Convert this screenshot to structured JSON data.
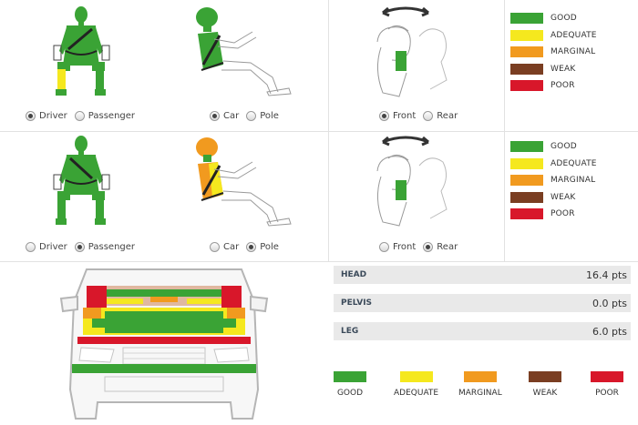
{
  "colors": {
    "good": "#3aa335",
    "adequate": "#f5e81e",
    "marginal": "#f19a1f",
    "weak": "#7a3e22",
    "poor": "#d8172a"
  },
  "legend": [
    {
      "key": "good",
      "label": "GOOD"
    },
    {
      "key": "adequate",
      "label": "ADEQUATE"
    },
    {
      "key": "marginal",
      "label": "MARGINAL"
    },
    {
      "key": "weak",
      "label": "WEAK"
    },
    {
      "key": "poor",
      "label": "POOR"
    }
  ],
  "front_seat_selector": {
    "driver_label": "Driver",
    "passenger_label": "Passenger",
    "selected": "driver"
  },
  "side_selector": {
    "car_label": "Car",
    "pole_label": "Pole",
    "selected": "car"
  },
  "whiplash_selector": {
    "front_label": "Front",
    "rear_label": "Rear",
    "selected": "front"
  },
  "front_seat_selector_2": {
    "driver_label": "Driver",
    "passenger_label": "Passenger",
    "selected": "passenger"
  },
  "side_selector_2": {
    "car_label": "Car",
    "pole_label": "Pole",
    "selected": "pole"
  },
  "whiplash_selector_2": {
    "front_label": "Front",
    "rear_label": "Rear",
    "selected": "rear"
  },
  "pedestrian_scores": [
    {
      "label": "HEAD",
      "value": "16.4 pts"
    },
    {
      "label": "PELVIS",
      "value": "0.0 pts"
    },
    {
      "label": "LEG",
      "value": "6.0 pts"
    }
  ]
}
